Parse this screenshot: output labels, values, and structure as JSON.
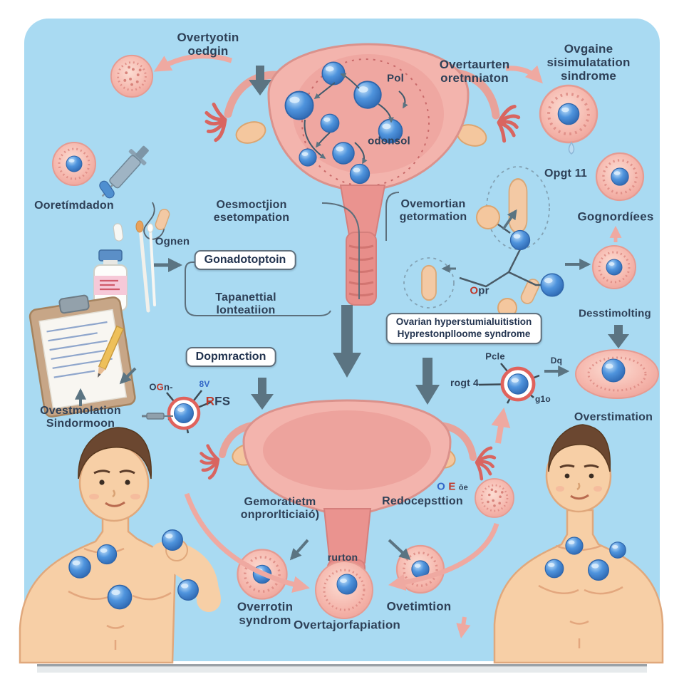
{
  "colors": {
    "card_background": "#a9daf2",
    "page_background": "#ffffff",
    "tissue_pink": "#f3b4ad",
    "cell_pink": "#f5b5ab",
    "hormone_blue": "#4a90d9",
    "arrow_dark": "#5b7482",
    "arrow_pink": "#efa9a1",
    "text_navy": "#2e4057",
    "accent_red": "#c0392b",
    "box_border": "#5f6f7c"
  },
  "illustration": {
    "elements": [
      "uterus",
      "fallopian-tube",
      "ovary",
      "fimbriae",
      "egg-cell",
      "hormone-sphere",
      "syringe",
      "capsule-pill",
      "medicine-bottle",
      "cotton-swab",
      "medicine-dropper",
      "clipboard",
      "pencil",
      "receptor-cell",
      "hormone-molecule",
      "male-figure",
      "droplet",
      "arrow",
      "dashed-follicle-ring"
    ]
  },
  "labels": {
    "top_left": "Overtyotin\noedgin",
    "top_mid_pol": "Pol",
    "top_mid_odonsol": "odonsol",
    "top_right_primary": "Overtaurten\noretnniaton",
    "top_right_secondary": "Ovgaine sisimulatation\nsindrome",
    "left_stimulation": "Ooretímdadon",
    "left_ognen": "Ognen",
    "mid_left_heading": "Oesmoctjion\nesetompation",
    "gonadotropin_box": "Gonadotoptoin",
    "mid_left_sub": "Tapanettial\nlonteatiion",
    "mid_right_heading": "Ovemortian\ngetormation",
    "right_opgt": "Opgt 11",
    "right_gognordiees": "Gognordíees",
    "molecule_opr_o": "O",
    "molecule_opr_rest": "pr",
    "ohss_box": "Ovarian hyperstumialuitistion\nHyprestonplloome syndrome",
    "right_desstimolting": "Desstimolting",
    "right_overstimation": "Overstimation",
    "dopmraction_box": "Dopmraction",
    "left_syndrome": "Ovestmolation\nSindormoon",
    "receptor_left_ogn_o": "O",
    "receptor_left_ogn_g": "G",
    "receptor_left_ogn_n": "n-",
    "receptor_left_8v": "8V",
    "receptor_left_r": "R",
    "receptor_left_fs": "FS",
    "receptor_right_pcle": "Pcle",
    "receptor_right_rogt": "rogt 4",
    "receptor_right_dq": "Dq",
    "receptor_right_g1o": "g1o",
    "center_gemoratietm": "Gemoratietm\nonprorlticiaió)",
    "center_rurton": "rurton",
    "center_redoceptstion": "Redocepsttion",
    "center_oe_o": "O",
    "center_oe_e": "E",
    "center_oe_s": "ōe",
    "bottom_left_label": "Overrotin\nsyndrom",
    "bottom_center_label": "Overtajorfapiation",
    "bottom_right_label": "Ovetimtion"
  }
}
